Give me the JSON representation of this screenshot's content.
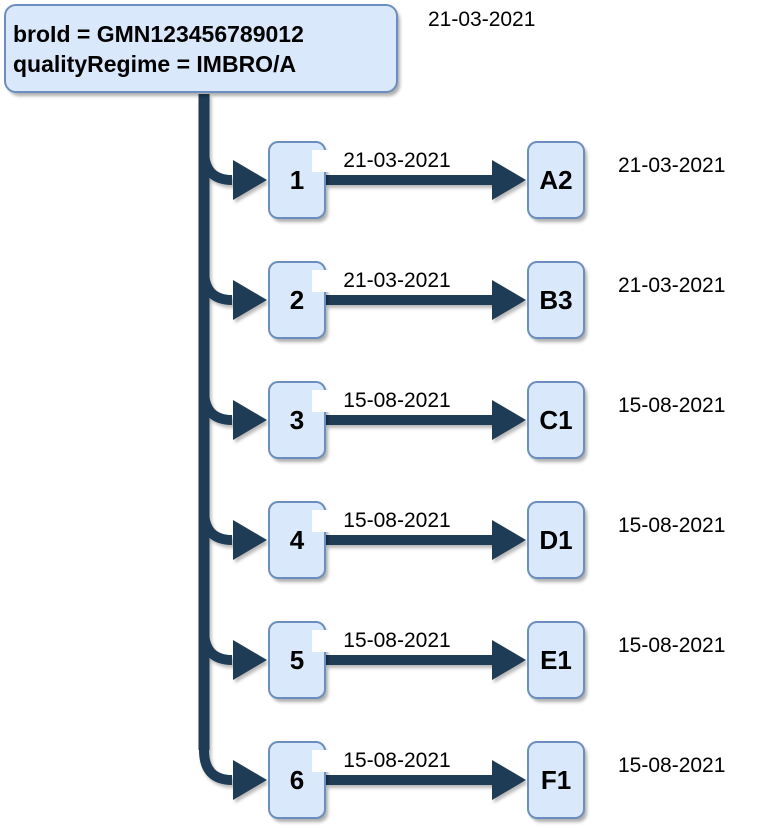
{
  "diagram": {
    "root": {
      "line1": "broId = GMN123456789012",
      "line2": "qualityRegime = IMBRO/A",
      "date": "21-03-2021"
    },
    "rows": [
      {
        "number": "1",
        "edge_date": "21-03-2021",
        "code": "A2",
        "right_date": "21-03-2021"
      },
      {
        "number": "2",
        "edge_date": "21-03-2021",
        "code": "B3",
        "right_date": "21-03-2021"
      },
      {
        "number": "3",
        "edge_date": "15-08-2021",
        "code": "C1",
        "right_date": "15-08-2021"
      },
      {
        "number": "4",
        "edge_date": "15-08-2021",
        "code": "D1",
        "right_date": "15-08-2021"
      },
      {
        "number": "5",
        "edge_date": "15-08-2021",
        "code": "E1",
        "right_date": "15-08-2021"
      },
      {
        "number": "6",
        "edge_date": "15-08-2021",
        "code": "F1",
        "right_date": "15-08-2021"
      }
    ],
    "colors": {
      "node_fill": "#dae8fc",
      "node_border": "#6c8ebf",
      "edge": "#1e3c55",
      "text": "#000000",
      "background": "#ffffff"
    }
  }
}
